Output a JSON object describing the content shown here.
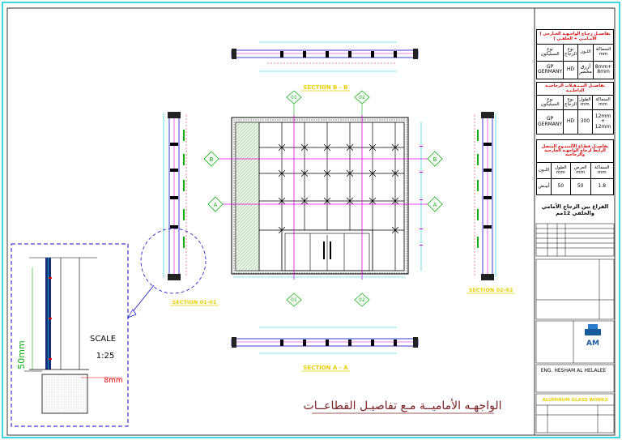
{
  "drawing": {
    "main_title": "الواجهـه الأماميــة مـع تفاصيـل القطاعــات",
    "scale_label": "SCALE",
    "scale_value": "1:25",
    "dim_50mm": "50mm",
    "dim_8mm": "8mm",
    "section_bb": "SECTION B - B",
    "section_aa": "SECTION A - A",
    "section_0101": "SECTION 01-01",
    "section_0202": "SECTION 02-02",
    "marker_01": "01",
    "marker_02": "02",
    "marker_a": "A",
    "marker_b": "B"
  },
  "title_block": {
    "table1_header": "تفاصيـل زجـاج الواجـهـة الخـارجي ( الأمـامـي + الخلفـي )",
    "table1_cols": [
      "السماكة mm",
      "اللـون",
      "نوع الزجاج",
      "نوع السيليكون"
    ],
    "table1_vals": [
      "8mm+ 8mm",
      "أزرق مخضر",
      "HD",
      "GP GERMANY"
    ],
    "table2_header": "تفاصيـل البيـنـفـلات الزجاجيـة الداخلـيـة",
    "table2_cols": [
      "السماكة mm",
      "الطول mm",
      "نوع الزجاج",
      "نوع السيليكون"
    ],
    "table2_vals": [
      "12mm + 12mm",
      "300",
      "HD",
      "GP GERMANY"
    ],
    "table3_header": "تفاصيـل قطـاع الألمنيـوم المتصل الرابط لزجاج الواجهـة الخارجية والزجاجية",
    "table3_cols": [
      "السماكة mm",
      "العرض mm",
      "الطول mm",
      "اللـون"
    ],
    "table3_vals": [
      "1.8",
      "50",
      "50",
      "أبيـض"
    ],
    "gap_note": "الفراغ بين الزجاج الأمامي والخلفي 12مم",
    "logo_text": "AM",
    "engineer": "ENG. HESHAM AL HELALEE",
    "company": "ALUMINUM GLASS WORKS"
  },
  "colors": {
    "frame_cyan": "#00c8d8",
    "drawing_blue": "#1010c8",
    "magenta": "#e000e0",
    "section_yellow": "#e8d000",
    "marker_green": "#10b010",
    "title_red": "#d00000",
    "title_arabic": "#7a2020",
    "shading_green": "#d8ecd0"
  }
}
